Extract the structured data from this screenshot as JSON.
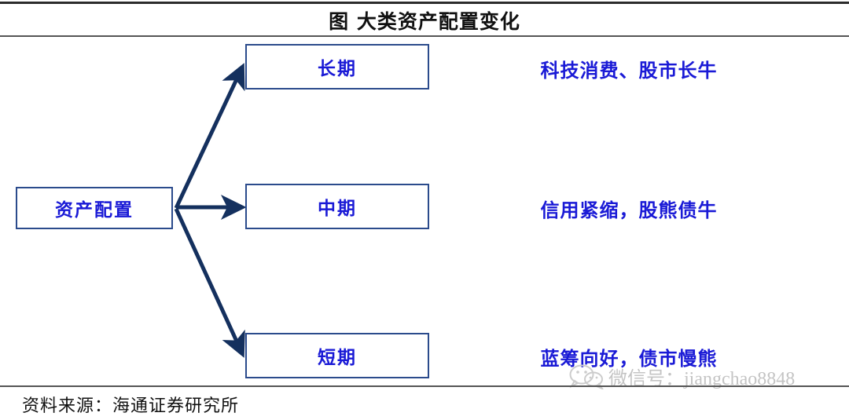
{
  "figure": {
    "title": "图 大类资产配置变化",
    "source_label": "资料来源：海通证券研究所"
  },
  "colors": {
    "box_border": "#2b4b8c",
    "box_text": "#1a1ad6",
    "arrow": "#14305e",
    "title_text": "#111111",
    "rule": "#2b2b2b",
    "watermark": "#c8c8c8"
  },
  "root_node": {
    "label": "资产配置"
  },
  "branches": [
    {
      "box_label": "长期",
      "note": "科技消费、股市长牛"
    },
    {
      "box_label": "中期",
      "note": "信用紧缩，股熊债牛"
    },
    {
      "box_label": "短期",
      "note": "蓝筹向好，债市慢熊"
    }
  ],
  "watermark": {
    "icon": "wechat-icon",
    "text": "微信号：jiangchao8848"
  },
  "chart_data": {
    "type": "diagram",
    "title": "图 大类资产配置变化",
    "root": "资产配置",
    "nodes": [
      "长期",
      "中期",
      "短期"
    ],
    "annotations": [
      "科技消费、股市长牛",
      "信用紧缩，股熊债牛",
      "蓝筹向好，债市慢熊"
    ],
    "edges": [
      {
        "from": "资产配置",
        "to": "长期"
      },
      {
        "from": "资产配置",
        "to": "中期"
      },
      {
        "from": "资产配置",
        "to": "短期"
      }
    ]
  }
}
